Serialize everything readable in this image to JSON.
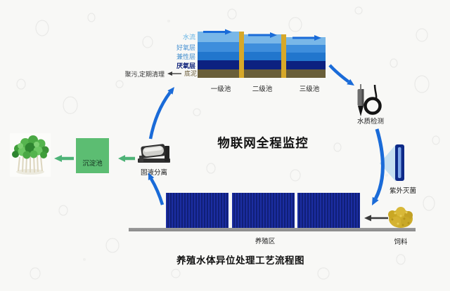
{
  "diagram": {
    "title": "养殖水体异位处理工艺流程图",
    "center_caption": "物联网全程监控"
  },
  "pools": {
    "layer_labels": [
      "水流",
      "好氧层",
      "兼性层",
      "厌氧层",
      "底泥"
    ],
    "pool_labels": [
      "一级池",
      "二级池",
      "三级池"
    ],
    "sediment_note": "聚污,定期清理"
  },
  "nodes": {
    "water_quality_label": "水质检测",
    "uv_label": "紫外灭菌",
    "breeding_label": "养殖区",
    "feed_label": "饲料",
    "separator_label": "固液分离",
    "sedimentation_label": "沉淀池"
  },
  "colors": {
    "arrow_blue": "#1a6bd8",
    "arrow_green": "#4eb377",
    "arrow_dark": "#3a3a3a",
    "layer_flow": "#79b7e8",
    "layer_aerobic": "#3e8edc",
    "layer_facultative": "#2176cd",
    "layer_anaerobic": "#0c2180",
    "layer_sediment": "#695e39",
    "divider_yellow": "#d7a829",
    "label_flow": "#62b2e4",
    "label_aerobic": "#4690d2",
    "label_facultative": "#3f8ccc",
    "label_anaerobic": "#12257c",
    "label_sediment": "#6b5c38",
    "tank_blue_a": "#1b2da1",
    "tank_blue_b": "#101f78",
    "ground_gray": "#9b9b9b",
    "box_green": "#5cbd72",
    "uv_cone": "#b5d8ef",
    "uv_lamp_navy": "#0e2a88",
    "feed_yellow": "#cfae2b",
    "text_dark": "#1a1a1a"
  }
}
